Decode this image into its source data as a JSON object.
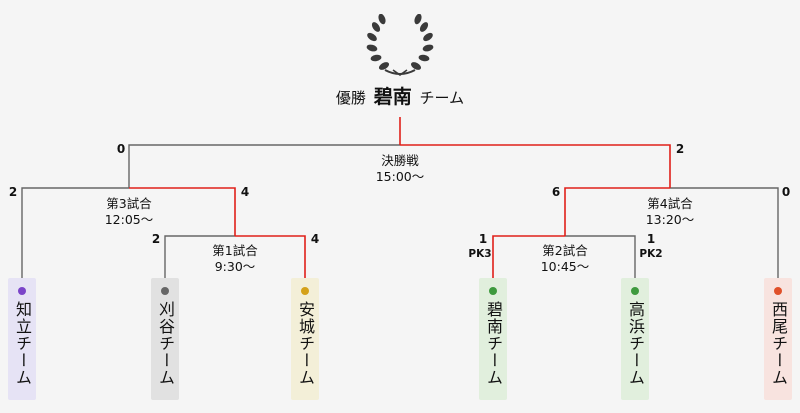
{
  "champion": {
    "prefix": "優勝",
    "name": "碧南",
    "suffix": "チーム"
  },
  "final": {
    "label": "決勝戦",
    "time": "15:00〜",
    "score_left": "0",
    "score_right": "2"
  },
  "match3": {
    "label": "第3試合",
    "time": "12:05〜",
    "score_left": "2",
    "score_right": "4"
  },
  "match4": {
    "label": "第4試合",
    "time": "13:20〜",
    "score_left": "6",
    "score_right": "0"
  },
  "match1": {
    "label": "第1試合",
    "time": "9:30〜",
    "score_left": "2",
    "score_right": "4"
  },
  "match2": {
    "label": "第2試合",
    "time": "10:45〜",
    "score_left": "1",
    "score_right": "1",
    "pk_left": "PK3",
    "pk_right": "PK2"
  },
  "teams": [
    {
      "name": "知立チーム",
      "dot": "#7b45c9",
      "bg": "#e6e3f5"
    },
    {
      "name": "刈谷チーム",
      "dot": "#666666",
      "bg": "#e1e1e1"
    },
    {
      "name": "安城チーム",
      "dot": "#d4a11a",
      "bg": "#f3efd8"
    },
    {
      "name": "碧南チーム",
      "dot": "#3e9a3e",
      "bg": "#e1efdd"
    },
    {
      "name": "高浜チーム",
      "dot": "#3e9a3e",
      "bg": "#e1efdd"
    },
    {
      "name": "西尾チーム",
      "dot": "#e0502a",
      "bg": "#f8e3df"
    }
  ],
  "colors": {
    "winner_line": "#e0201a",
    "line": "#666666",
    "laurel": "#3a3a3a"
  }
}
